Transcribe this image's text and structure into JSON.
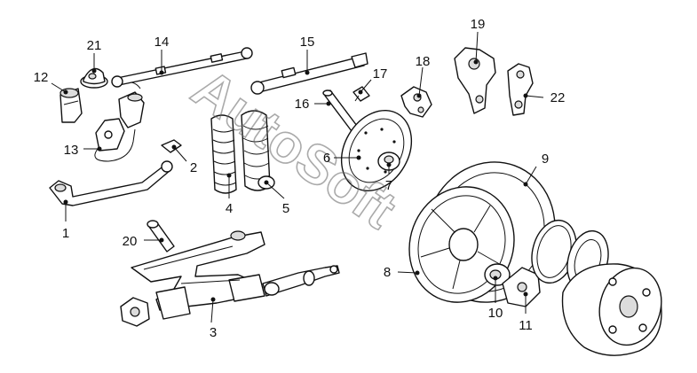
{
  "diagram": {
    "callouts": [
      "1",
      "2",
      "3",
      "4",
      "5",
      "6",
      "7",
      "8",
      "9",
      "10",
      "11",
      "12",
      "13",
      "14",
      "15",
      "16",
      "17",
      "18",
      "19",
      "20",
      "21",
      "22"
    ]
  },
  "watermark": {
    "text": "AutoSoft"
  },
  "colors": {
    "line": "#111111",
    "background": "#ffffff",
    "watermark": "#666666"
  }
}
